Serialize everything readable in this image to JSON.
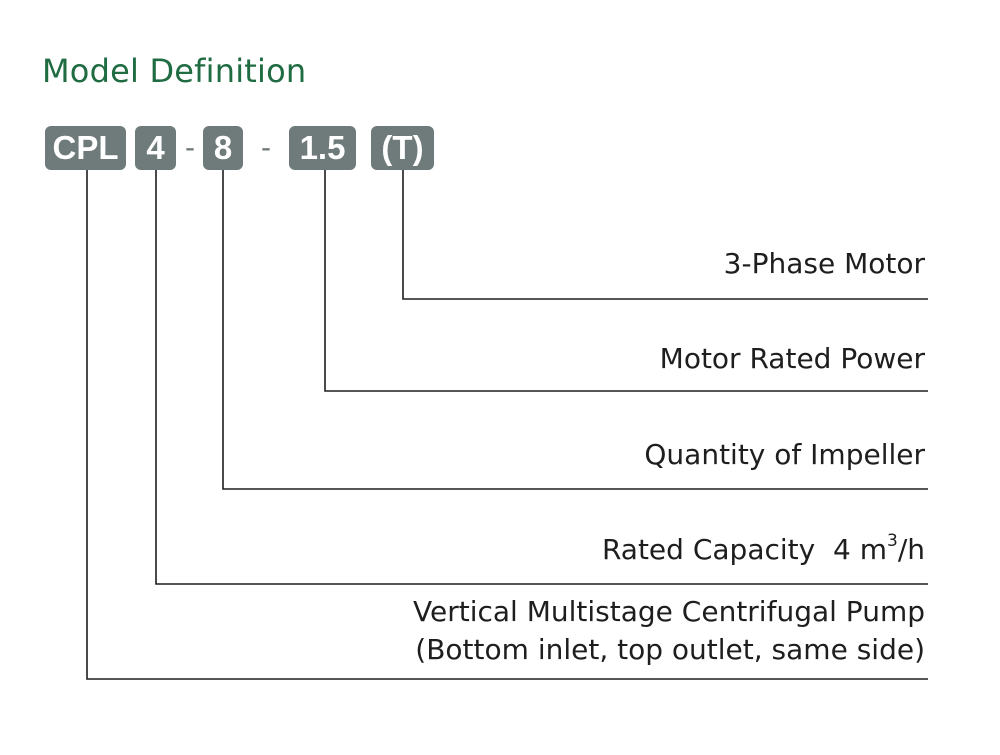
{
  "title": "Model Definition",
  "colors": {
    "title": "#1f6b42",
    "segment_bg": "#6f7a7b",
    "segment_text": "#ffffff",
    "line": "#1e1e1e",
    "label_text": "#1e1e1e"
  },
  "model_code": {
    "segments": [
      "CPL",
      "4",
      "8",
      "1.5",
      "(T)"
    ],
    "separators": [
      "-",
      "-"
    ]
  },
  "definitions": [
    {
      "segment": "(T)",
      "text": "3-Phase Motor"
    },
    {
      "segment": "1.5",
      "text": "Motor Rated Power"
    },
    {
      "segment": "8",
      "text": "Quantity of Impeller"
    },
    {
      "segment": "4",
      "text": "Rated Capacity  4 m",
      "superscript": "3",
      "suffix": "/h"
    },
    {
      "segment": "CPL",
      "line1": "Vertical Multistage Centrifugal Pump",
      "line2": "(Bottom inlet, top outlet, same side)"
    }
  ]
}
